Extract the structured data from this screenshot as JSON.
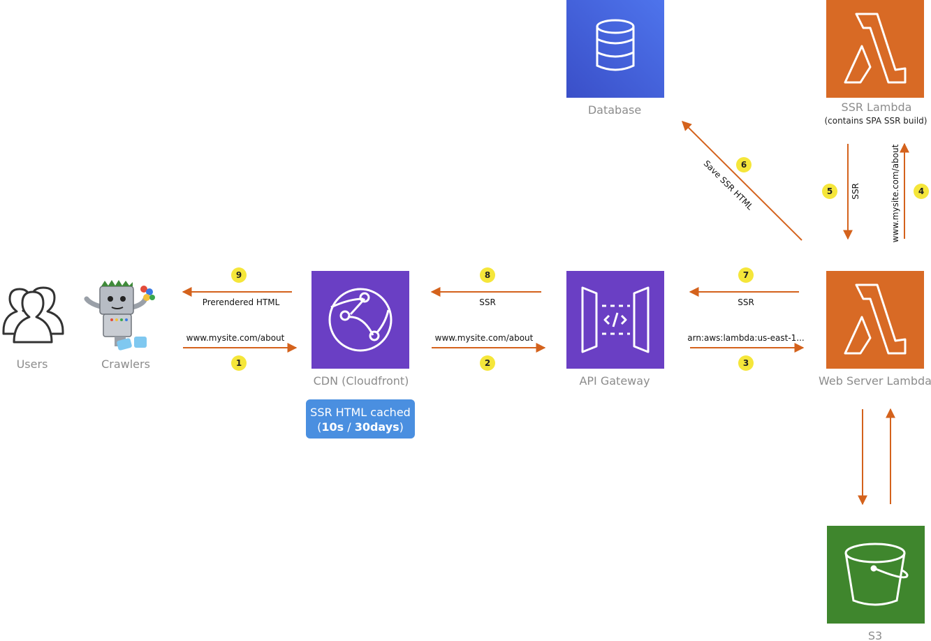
{
  "nodes": {
    "users": "Users",
    "crawlers": "Crawlers",
    "cdn": "CDN (Cloudfront)",
    "api_gateway": "API Gateway",
    "web_server_lambda": "Web Server Lambda",
    "database": "Database",
    "ssr_lambda": "SSR Lambda",
    "ssr_lambda_sub": "(contains SPA SSR build)",
    "s3": "S3"
  },
  "cache_note": {
    "line1": "SSR HTML cached",
    "line2_open": "(",
    "line2_a": "10s",
    "line2_sep": " / ",
    "line2_b": "30days",
    "line2_close": ")"
  },
  "steps": [
    {
      "num": "1",
      "label": "www.mysite.com/about"
    },
    {
      "num": "2",
      "label": "www.mysite.com/about"
    },
    {
      "num": "3",
      "label": "arn:aws:lambda:us-east-1..."
    },
    {
      "num": "4",
      "label": "www.mysite.com/about"
    },
    {
      "num": "5",
      "label": "SSR"
    },
    {
      "num": "6",
      "label": "Save SSR HTML"
    },
    {
      "num": "7",
      "label": "SSR"
    },
    {
      "num": "8",
      "label": "SSR"
    },
    {
      "num": "9",
      "label": "Prerendered HTML"
    }
  ],
  "colors": {
    "arrow": "#d4621c",
    "cdn_purple": "#6a3fc4",
    "lambda_orange": "#d86a25",
    "database_blue": "#3f5fd6",
    "s3_green": "#3f862d",
    "badge_yellow": "#f5e63a",
    "cache_blue": "#4a8fe0"
  }
}
